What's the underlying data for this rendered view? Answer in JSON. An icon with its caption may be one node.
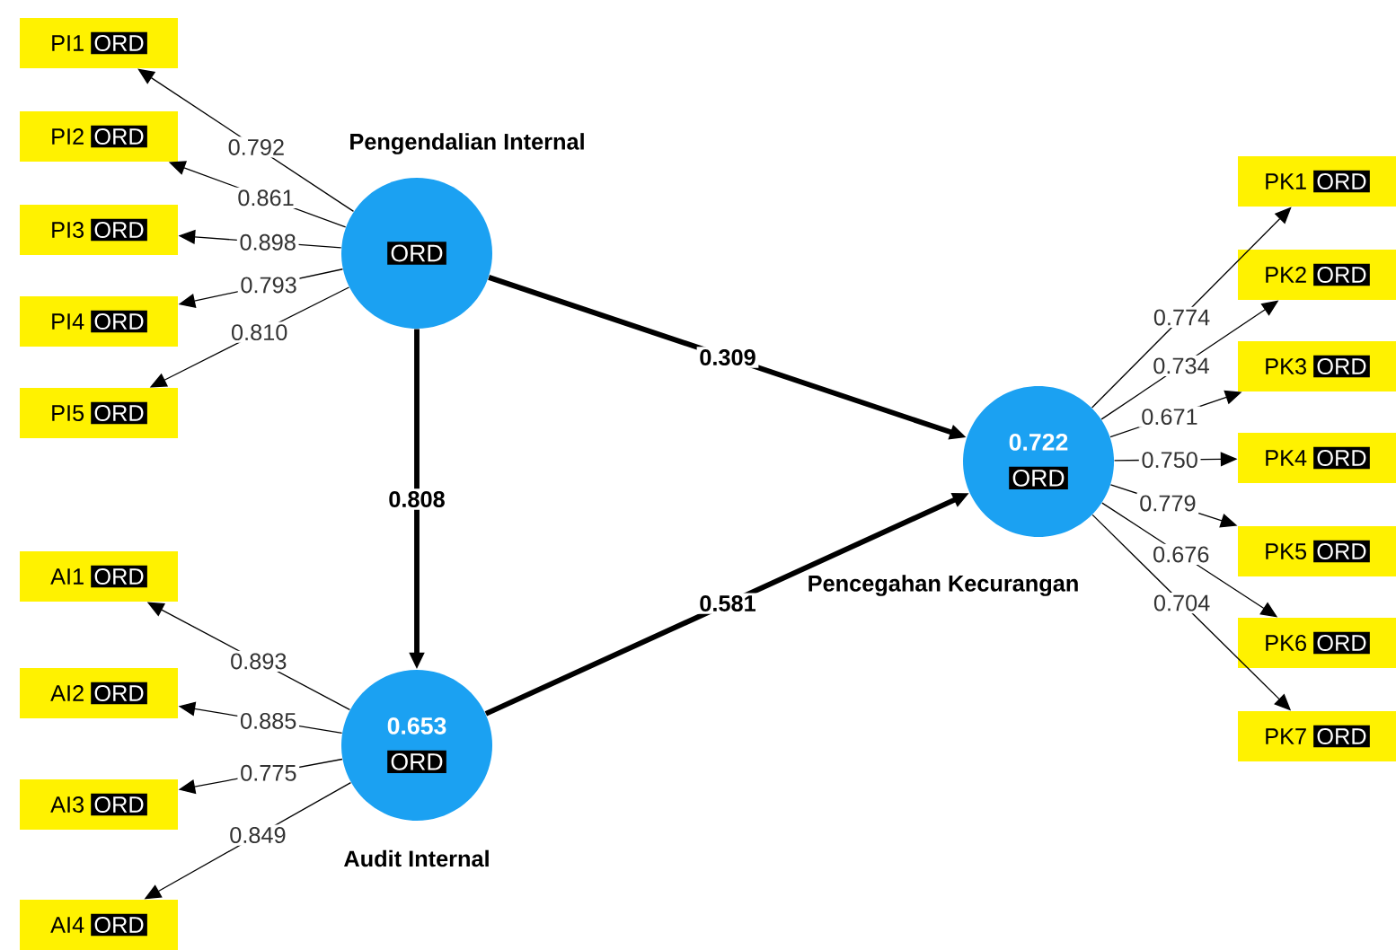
{
  "diagram": {
    "nodes": [
      {
        "text": [
          "PI1",
          "ORD"
        ]
      },
      {
        "text": [
          "PI2",
          "ORD"
        ]
      },
      {
        "text": [
          "PI3",
          "ORD"
        ]
      },
      {
        "text": [
          "PI4",
          "ORD"
        ]
      },
      {
        "text": [
          "PI5",
          "ORD"
        ]
      },
      {
        "text": [
          "Pengendalian Internal",
          "ORD"
        ]
      },
      {
        "text": [
          "AI1",
          "ORD"
        ]
      },
      {
        "text": [
          "AI2",
          "ORD"
        ]
      },
      {
        "text": [
          "AI3",
          "ORD"
        ]
      },
      {
        "text": [
          "AI4",
          "ORD"
        ]
      },
      {
        "text": [
          "0.653",
          "ORD",
          "Audit Internal"
        ]
      },
      {
        "text": [
          "0.722",
          "ORD",
          "Pencegahan Kecurangan"
        ]
      },
      {
        "text": [
          "PK1",
          "ORD"
        ]
      },
      {
        "text": [
          "PK2",
          "ORD"
        ]
      },
      {
        "text": [
          "PK3",
          "ORD"
        ]
      },
      {
        "text": [
          "PK4",
          "ORD"
        ]
      },
      {
        "text": [
          "PK5",
          "ORD"
        ]
      },
      {
        "text": [
          "PK6",
          "ORD"
        ]
      },
      {
        "text": [
          "PK7",
          "ORD"
        ]
      }
    ],
    "edges": [
      {
        "from": 5,
        "to": 0,
        "arrow": "to",
        "label": "0.792"
      },
      {
        "from": 5,
        "to": 1,
        "arrow": "to",
        "label": "0.861"
      },
      {
        "from": 5,
        "to": 2,
        "arrow": "to",
        "label": "0.898"
      },
      {
        "from": 5,
        "to": 3,
        "arrow": "to",
        "label": "0.793"
      },
      {
        "from": 5,
        "to": 4,
        "arrow": "to",
        "label": "0.810"
      },
      {
        "from": 5,
        "to": 10,
        "arrow": "to",
        "label": "0.808",
        "style": "thick"
      },
      {
        "from": 5,
        "to": 11,
        "arrow": "to",
        "label": "0.309",
        "style": "thick"
      },
      {
        "from": 10,
        "to": 11,
        "arrow": "to",
        "label": "0.581",
        "style": "thick"
      },
      {
        "from": 10,
        "to": 6,
        "arrow": "to",
        "label": "0.893"
      },
      {
        "from": 10,
        "to": 7,
        "arrow": "to",
        "label": "0.885"
      },
      {
        "from": 10,
        "to": 8,
        "arrow": "to",
        "label": "0.775"
      },
      {
        "from": 10,
        "to": 9,
        "arrow": "to",
        "label": "0.849"
      },
      {
        "from": 11,
        "to": 12,
        "arrow": "to",
        "label": "0.774"
      },
      {
        "from": 11,
        "to": 13,
        "arrow": "to",
        "label": "0.734"
      },
      {
        "from": 11,
        "to": 14,
        "arrow": "to",
        "label": "0.671"
      },
      {
        "from": 11,
        "to": 15,
        "arrow": "to",
        "label": "0.750"
      },
      {
        "from": 11,
        "to": 16,
        "arrow": "to",
        "label": "0.779"
      },
      {
        "from": 11,
        "to": 17,
        "arrow": "to",
        "label": "0.676"
      },
      {
        "from": 11,
        "to": 18,
        "arrow": "to",
        "label": "0.704"
      }
    ]
  }
}
